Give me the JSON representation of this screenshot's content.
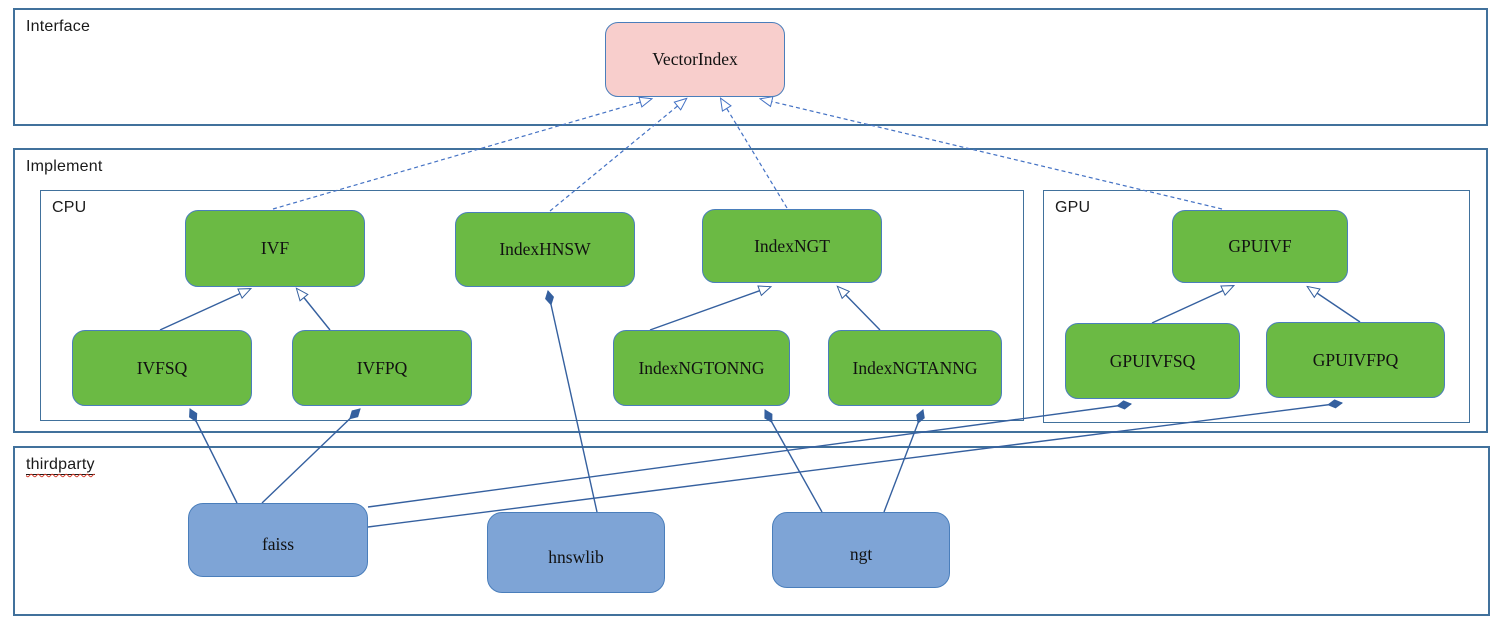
{
  "groups": {
    "interface": {
      "label": "Interface"
    },
    "implement": {
      "label": "Implement"
    },
    "cpu": {
      "label": "CPU"
    },
    "gpu": {
      "label": "GPU"
    },
    "thirdparty": {
      "label": "thirdparty"
    }
  },
  "nodes": {
    "vectorindex": {
      "label": "VectorIndex",
      "kind": "interface"
    },
    "ivf": {
      "label": "IVF",
      "kind": "cpu-implementation"
    },
    "indexhnsw": {
      "label": "IndexHNSW",
      "kind": "cpu-implementation"
    },
    "indexngt": {
      "label": "IndexNGT",
      "kind": "cpu-implementation"
    },
    "ivfsq": {
      "label": "IVFSQ",
      "kind": "cpu-implementation"
    },
    "ivfpq": {
      "label": "IVFPQ",
      "kind": "cpu-implementation"
    },
    "indexngtonng": {
      "label": "IndexNGTONNG",
      "kind": "cpu-implementation"
    },
    "indexngtanng": {
      "label": "IndexNGTANNG",
      "kind": "cpu-implementation"
    },
    "gpuivf": {
      "label": "GPUIVF",
      "kind": "gpu-implementation"
    },
    "gpuivfsq": {
      "label": "GPUIVFSQ",
      "kind": "gpu-implementation"
    },
    "gpuivfpq": {
      "label": "GPUIVFPQ",
      "kind": "gpu-implementation"
    },
    "faiss": {
      "label": "faiss",
      "kind": "thirdparty-library"
    },
    "hnswlib": {
      "label": "hnswlib",
      "kind": "thirdparty-library"
    },
    "ngt": {
      "label": "ngt",
      "kind": "thirdparty-library"
    }
  },
  "edges": [
    {
      "from": "IVF",
      "to": "VectorIndex",
      "type": "realization"
    },
    {
      "from": "IndexHNSW",
      "to": "VectorIndex",
      "type": "realization"
    },
    {
      "from": "IndexNGT",
      "to": "VectorIndex",
      "type": "realization"
    },
    {
      "from": "GPUIVF",
      "to": "VectorIndex",
      "type": "realization"
    },
    {
      "from": "IVFSQ",
      "to": "IVF",
      "type": "inheritance"
    },
    {
      "from": "IVFPQ",
      "to": "IVF",
      "type": "inheritance"
    },
    {
      "from": "IndexNGTONNG",
      "to": "IndexNGT",
      "type": "inheritance"
    },
    {
      "from": "IndexNGTANNG",
      "to": "IndexNGT",
      "type": "inheritance"
    },
    {
      "from": "GPUIVFSQ",
      "to": "GPUIVF",
      "type": "inheritance"
    },
    {
      "from": "GPUIVFPQ",
      "to": "GPUIVF",
      "type": "inheritance"
    },
    {
      "from": "faiss",
      "to": "IVFSQ",
      "type": "composition"
    },
    {
      "from": "faiss",
      "to": "IVFPQ",
      "type": "composition"
    },
    {
      "from": "faiss",
      "to": "GPUIVFSQ",
      "type": "composition"
    },
    {
      "from": "faiss",
      "to": "GPUIVFPQ",
      "type": "composition"
    },
    {
      "from": "hnswlib",
      "to": "IndexHNSW",
      "type": "composition"
    },
    {
      "from": "ngt",
      "to": "IndexNGTONNG",
      "type": "composition"
    },
    {
      "from": "ngt",
      "to": "IndexNGTANNG",
      "type": "composition"
    }
  ],
  "colors": {
    "interface_fill": "#f8cecc",
    "implementation_fill": "#6bba44",
    "thirdparty_fill": "#7ea4d6",
    "node_border": "#4a7ebb",
    "group_border": "#41719c",
    "edge_solid": "#35609f",
    "edge_dashed": "#4472c4",
    "spellcheck_underline": "#d43b2a"
  }
}
